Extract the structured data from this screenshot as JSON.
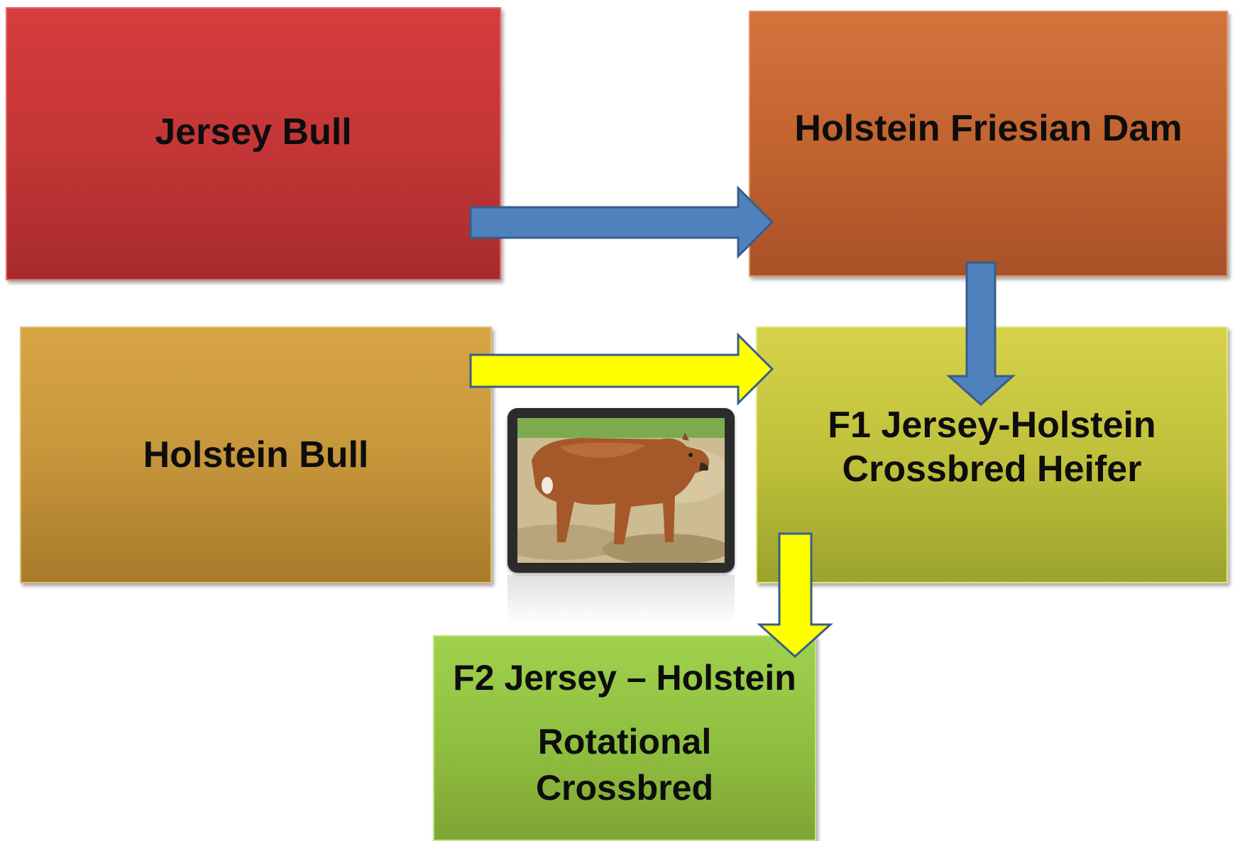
{
  "diagram": {
    "boxes": {
      "jersey_bull": {
        "label": "Jersey Bull"
      },
      "holstein_dam": {
        "label": "Holstein Friesian Dam"
      },
      "holstein_bull": {
        "label": "Holstein Bull"
      },
      "f1_heifer": {
        "line1": "F1 Jersey-Holstein",
        "line2": "Crossbred Heifer"
      },
      "f2_crossbred": {
        "line1": "F2 Jersey – Holstein",
        "line2": "Rotational",
        "line3": "Crossbred"
      }
    },
    "arrows": [
      {
        "from": "Jersey Bull",
        "to": "Holstein Friesian Dam",
        "color": "#4f81bd"
      },
      {
        "from": "Holstein Friesian Dam",
        "to": "F1 Jersey-Holstein Crossbred Heifer",
        "color": "#4f81bd"
      },
      {
        "from": "Holstein Bull",
        "to": "F1 Jersey-Holstein Crossbred Heifer",
        "color": "#ffff00"
      },
      {
        "from": "F1 Jersey-Holstein Crossbred Heifer",
        "to": "F2 Jersey – Holstein Rotational Crossbred",
        "color": "#ffff00"
      }
    ],
    "colors": {
      "jersey_bull_box": "#c23536",
      "holstein_dam_box": "#c0622f",
      "holstein_bull_box": "#c6963b",
      "f1_box": "#bdbf3a",
      "f2_box": "#8fbe3f",
      "blue_arrow": "#4f81bd",
      "yellow_arrow": "#ffff00"
    },
    "photo": {
      "subject": "crossbred cow photo"
    }
  }
}
